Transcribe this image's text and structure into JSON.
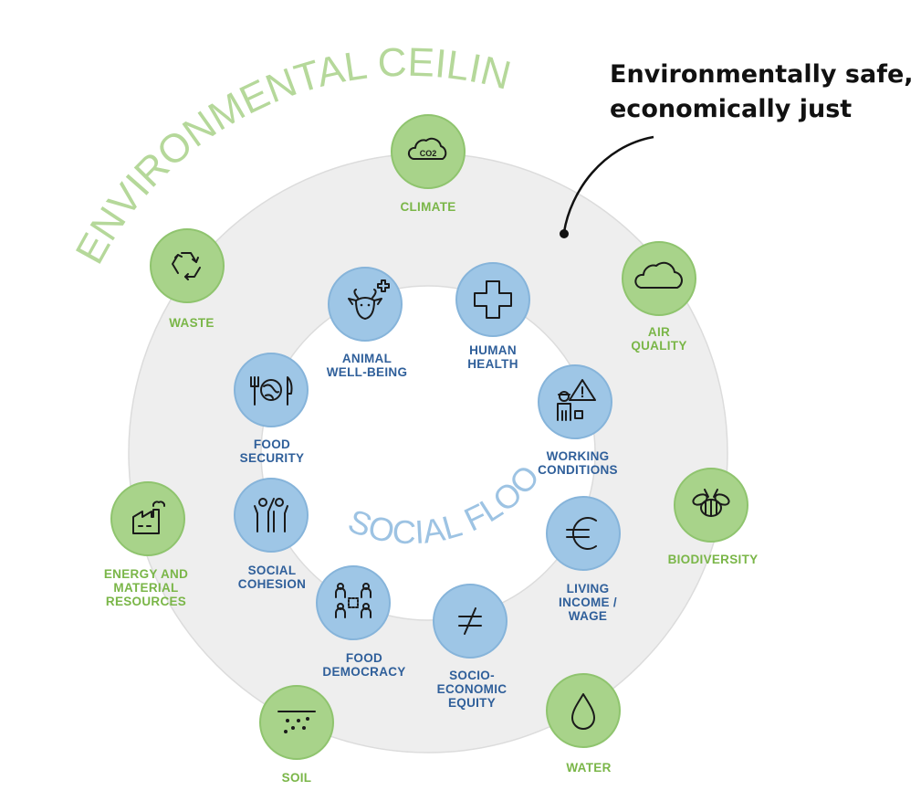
{
  "outer_title": "ENVIRONMENTAL CEILING",
  "inner_title": "SOCIAL FLOOR",
  "callout": {
    "line1": "Environmentally safe,",
    "line2": "economically just"
  },
  "environmental": [
    {
      "id": "climate",
      "icon": "co2-cloud-icon",
      "icon_text": "CO2",
      "lines": [
        "CLIMATE"
      ]
    },
    {
      "id": "air-quality",
      "icon": "cloud-icon",
      "lines": [
        "AIR",
        "QUALITY"
      ]
    },
    {
      "id": "biodiversity",
      "icon": "bee-icon",
      "lines": [
        "BIODIVERSITY"
      ]
    },
    {
      "id": "water",
      "icon": "water-drop-icon",
      "lines": [
        "WATER"
      ]
    },
    {
      "id": "soil",
      "icon": "soil-icon",
      "lines": [
        "SOIL"
      ]
    },
    {
      "id": "energy",
      "icon": "factory-icon",
      "lines": [
        "ENERGY AND",
        "MATERIAL",
        "RESOURCES"
      ]
    },
    {
      "id": "waste",
      "icon": "recycle-icon",
      "lines": [
        "WASTE"
      ]
    }
  ],
  "social": [
    {
      "id": "human-health",
      "icon": "medical-cross-icon",
      "lines": [
        "HUMAN",
        "HEALTH"
      ]
    },
    {
      "id": "working-conditions",
      "icon": "worker-warning-icon",
      "lines": [
        "WORKING",
        "CONDITIONS"
      ]
    },
    {
      "id": "living-income",
      "icon": "euro-icon",
      "lines": [
        "LIVING",
        "INCOME /",
        "WAGE"
      ]
    },
    {
      "id": "socio-economic-equity",
      "icon": "not-equal-icon",
      "lines": [
        "SOCIO-",
        "ECONOMIC",
        "EQUITY"
      ]
    },
    {
      "id": "food-democracy",
      "icon": "people-group-icon",
      "lines": [
        "FOOD",
        "DEMOCRACY"
      ]
    },
    {
      "id": "social-cohesion",
      "icon": "two-people-icon",
      "lines": [
        "SOCIAL",
        "COHESION"
      ]
    },
    {
      "id": "food-security",
      "icon": "fork-globe-knife-icon",
      "lines": [
        "FOOD",
        "SECURITY"
      ]
    },
    {
      "id": "animal-well-being",
      "icon": "cow-icon",
      "lines": [
        "ANIMAL",
        "WELL-BEING"
      ]
    }
  ],
  "colors": {
    "env_circle": "#a8d38a",
    "env_border": "#8fc46e",
    "env_text": "#7ab648",
    "soc_circle": "#9ec6e6",
    "soc_border": "#86b4da",
    "soc_text": "#2f5f9a",
    "ring": "#eeeeee",
    "ring_border": "#dcdcdc"
  }
}
